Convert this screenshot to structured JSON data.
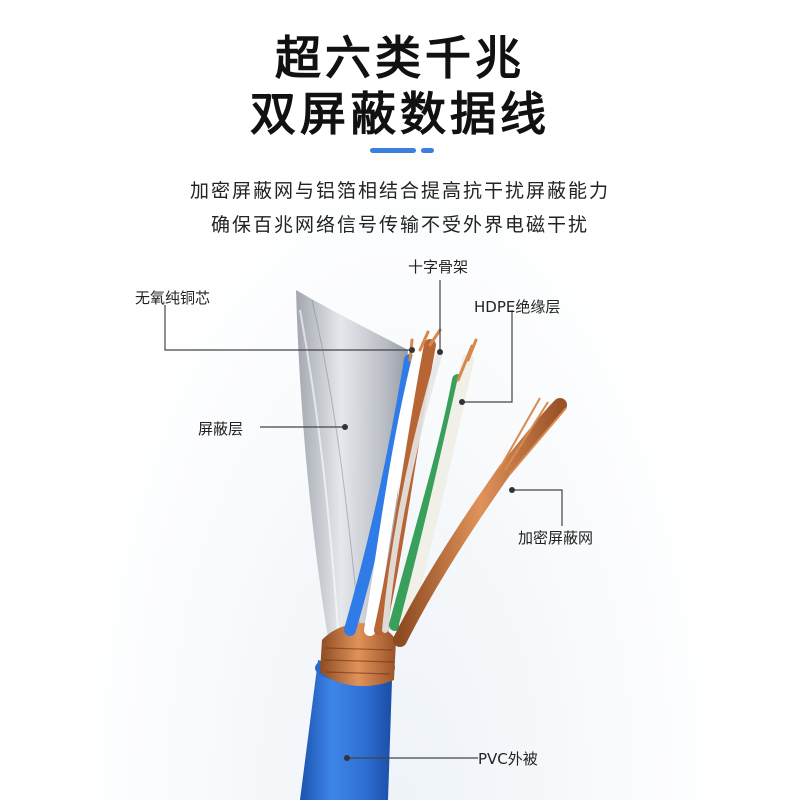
{
  "header": {
    "title_line1": "超六类千兆",
    "title_line2": "双屏蔽数据线",
    "desc_line1": "加密屏蔽网与铝箔相结合提高抗干扰屏蔽能力",
    "desc_line2": "确保百兆网络信号传输不受外界电磁干扰"
  },
  "labels": {
    "oxygen_free_copper": "无氧纯铜芯",
    "cross_skeleton": "十字骨架",
    "hdpe_insulation": "HDPE绝缘层",
    "shield_layer": "屏蔽层",
    "braided_shield": "加密屏蔽网",
    "pvc_jacket": "PVC外被"
  },
  "colors": {
    "accent": "#3b7fe0",
    "jacket_blue": "#2f6fd0",
    "copper": "#c8703a",
    "foil": "#c9ccd2"
  }
}
